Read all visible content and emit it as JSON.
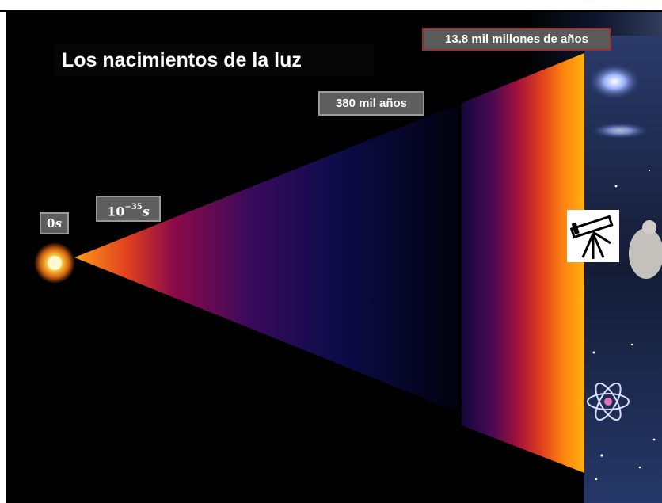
{
  "title": "Los nacimientos de la luz",
  "labels": {
    "now": "13.8 mil millones de años",
    "recombination": "380 mil años",
    "inflation_base": "10",
    "inflation_exp": "−35",
    "inflation_unit": "s",
    "origin_value": "0",
    "origin_unit": "s"
  },
  "icons": {
    "big_bang": "big-bang-flash-icon",
    "telescope": "telescope-icon",
    "thinker": "thinker-statue-icon",
    "atom": "atom-icon",
    "galaxy": "galaxy-icon"
  },
  "colors": {
    "background": "#000000",
    "cone_start": "#ff9b1a",
    "cone_mid": "#8a0a4a",
    "cone_dark": "#06052a",
    "cone_end": "#ffaa10"
  }
}
